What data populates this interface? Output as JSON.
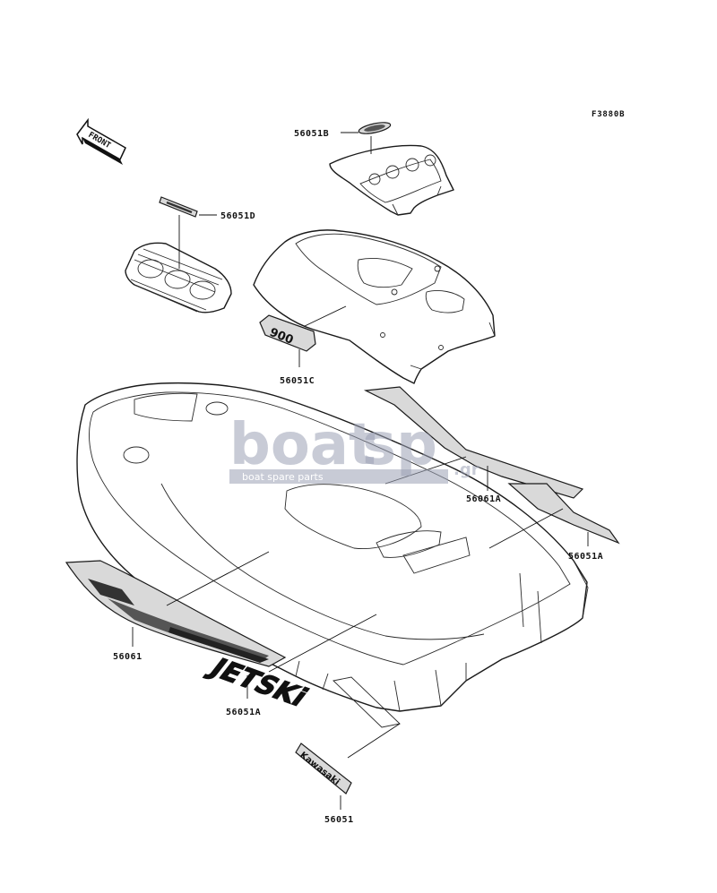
{
  "figure_code": "F3880B",
  "front_arrow": {
    "label": "FRONT"
  },
  "decal_texts": {
    "model_number": "900",
    "jetski": "JETSKi",
    "kawasaki": "Kawasaki"
  },
  "callouts": [
    {
      "id": "56051B",
      "label": "56051B"
    },
    {
      "id": "56051D",
      "label": "56051D"
    },
    {
      "id": "56051C",
      "label": "56051C"
    },
    {
      "id": "56061A",
      "label": "56061A"
    },
    {
      "id": "56051A-right",
      "label": "56051A"
    },
    {
      "id": "56061",
      "label": "56061"
    },
    {
      "id": "56051A-bottom",
      "label": "56051A"
    },
    {
      "id": "56051",
      "label": "56051"
    }
  ],
  "watermark": {
    "brand_main": "boat",
    "brand_accent": "sp",
    "domain": ".gr",
    "tagline": "boat spare parts"
  },
  "colors": {
    "line": "#1a1a1a",
    "watermark": "#9aa0b4",
    "background": "#ffffff"
  }
}
